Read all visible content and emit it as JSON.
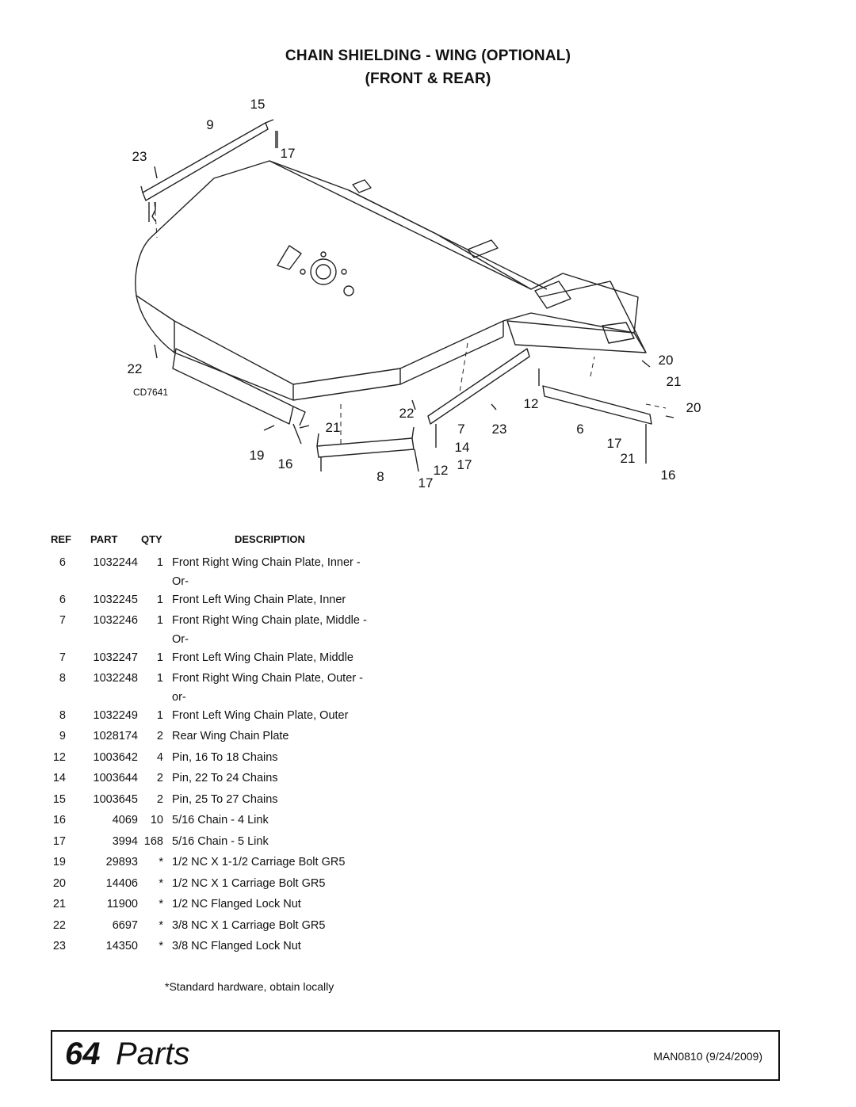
{
  "title_line1": "CHAIN SHIELDING - WING (OPTIONAL)",
  "title_line2": "(FRONT & REAR)",
  "figure_code": "CD7641",
  "callouts": [
    "15",
    "9",
    "23",
    "17",
    "20",
    "21",
    "20",
    "22",
    "22",
    "7",
    "23",
    "12",
    "6",
    "17",
    "21",
    "16",
    "19",
    "21",
    "16",
    "8",
    "12",
    "17",
    "17",
    "14"
  ],
  "table": {
    "headers": {
      "ref": "REF",
      "part": "PART",
      "qty": "QTY",
      "description": "DESCRIPTION"
    },
    "rows": [
      {
        "ref": "6",
        "part": "1032244",
        "qty": "1",
        "description": "Front Right Wing Chain Plate, Inner -",
        "note": "Or-"
      },
      {
        "ref": "6",
        "part": "1032245",
        "qty": "1",
        "description": "Front Left Wing Chain Plate, Inner",
        "note": ""
      },
      {
        "ref": "7",
        "part": "1032246",
        "qty": "1",
        "description": "Front Right Wing Chain plate, Middle -",
        "note": "Or-"
      },
      {
        "ref": "7",
        "part": "1032247",
        "qty": "1",
        "description": "Front Left Wing Chain Plate, Middle",
        "note": ""
      },
      {
        "ref": "8",
        "part": "1032248",
        "qty": "1",
        "description": "Front Right Wing Chain Plate, Outer -",
        "note": "or-"
      },
      {
        "ref": "8",
        "part": "1032249",
        "qty": "1",
        "description": "Front Left Wing Chain Plate, Outer",
        "note": ""
      },
      {
        "ref": "9",
        "part": "1028174",
        "qty": "2",
        "description": "Rear Wing Chain Plate",
        "note": ""
      },
      {
        "ref": "12",
        "part": "1003642",
        "qty": "4",
        "description": "Pin, 16 To 18 Chains",
        "note": ""
      },
      {
        "ref": "14",
        "part": "1003644",
        "qty": "2",
        "description": "Pin, 22 To 24 Chains",
        "note": ""
      },
      {
        "ref": "15",
        "part": "1003645",
        "qty": "2",
        "description": "Pin, 25 To 27 Chains",
        "note": ""
      },
      {
        "ref": "16",
        "part": "4069",
        "qty": "10",
        "description": "5/16 Chain - 4 Link",
        "note": ""
      },
      {
        "ref": "17",
        "part": "3994",
        "qty": "168",
        "description": "5/16 Chain - 5 Link",
        "note": ""
      },
      {
        "ref": "19",
        "part": "29893",
        "qty": "*",
        "description": "1/2 NC X 1-1/2 Carriage Bolt GR5",
        "note": ""
      },
      {
        "ref": "20",
        "part": "14406",
        "qty": "*",
        "description": "1/2 NC X 1 Carriage Bolt GR5",
        "note": ""
      },
      {
        "ref": "21",
        "part": "11900",
        "qty": "*",
        "description": "1/2 NC Flanged Lock Nut",
        "note": ""
      },
      {
        "ref": "22",
        "part": "6697",
        "qty": "*",
        "description": "3/8 NC X 1 Carriage Bolt GR5",
        "note": ""
      },
      {
        "ref": "23",
        "part": "14350",
        "qty": "*",
        "description": "3/8 NC Flanged Lock Nut",
        "note": ""
      }
    ]
  },
  "footnote": "*Standard hardware, obtain locally",
  "footer": {
    "page_number": "64",
    "section": "Parts",
    "doc_id": "MAN0810 (9/24/2009)"
  }
}
